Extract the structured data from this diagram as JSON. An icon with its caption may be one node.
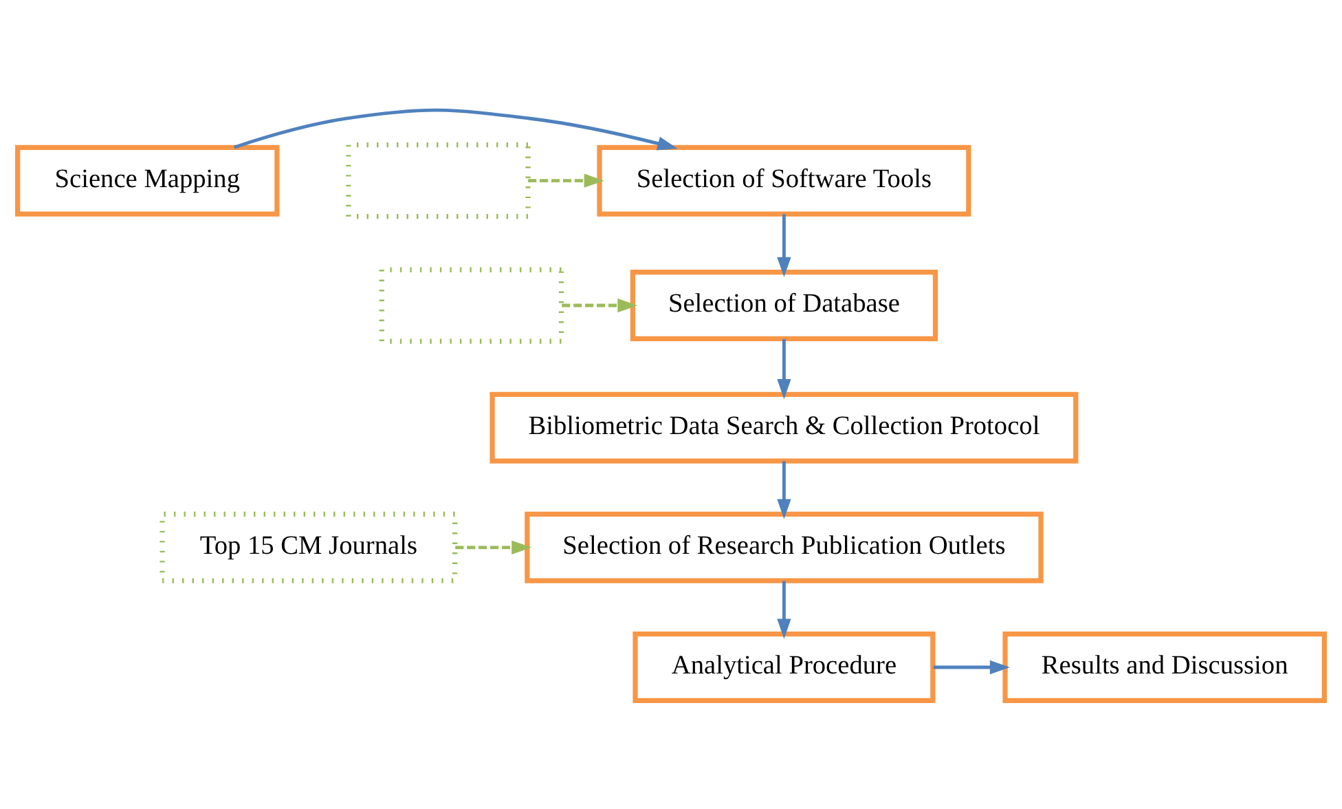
{
  "diagram": {
    "nodes": [
      {
        "text": [
          "Science Mapping"
        ]
      },
      {
        "text": [
          "Selection of Software Tools"
        ]
      },
      {
        "text": [],
        "shape": "box"
      },
      {
        "text": [],
        "shape": "box"
      },
      {
        "text": [
          "Selection of Database"
        ]
      },
      {
        "text": [
          "Bibliometric Data Search & Collection Protocol"
        ]
      },
      {
        "text": [
          "Selection of Research Publication Outlets"
        ]
      },
      {
        "text": [
          "Top 15 CM Journals"
        ]
      },
      {
        "text": [
          "Analytical Procedure"
        ]
      },
      {
        "text": [
          "Results and Discussion"
        ]
      }
    ],
    "edges": [
      {
        "from": 0,
        "to": 1,
        "arrow": "to"
      },
      {
        "from": 2,
        "to": 1,
        "arrow": "to",
        "style": "dashed",
        "color": "#9bbb59"
      },
      {
        "from": 1,
        "to": 4,
        "arrow": "to"
      },
      {
        "from": 3,
        "to": 4,
        "arrow": "to",
        "style": "dashed",
        "color": "#9bbb59"
      },
      {
        "from": 4,
        "to": 5,
        "arrow": "to"
      },
      {
        "from": 5,
        "to": 6,
        "arrow": "to"
      },
      {
        "from": 7,
        "to": 6,
        "arrow": "to",
        "style": "dashed",
        "color": "#9bbb59"
      },
      {
        "from": 6,
        "to": 8,
        "arrow": "to"
      },
      {
        "from": 8,
        "to": 9,
        "arrow": "to"
      }
    ]
  }
}
